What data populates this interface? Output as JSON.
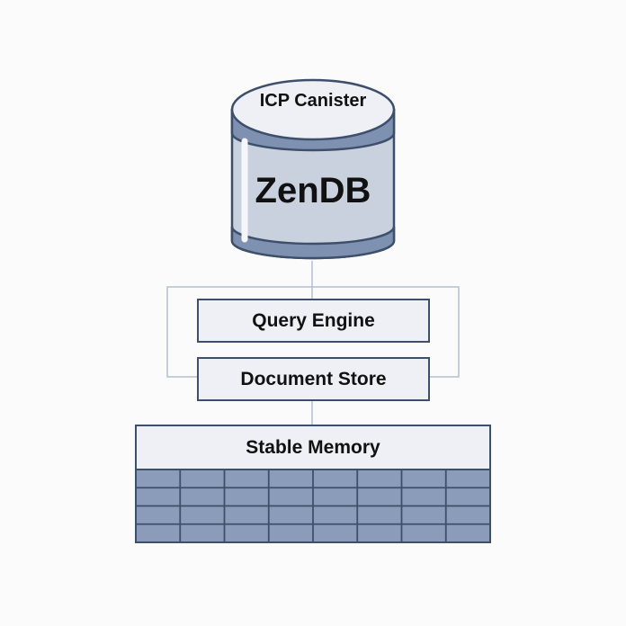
{
  "canister": {
    "label": "ICP Canister",
    "title": "ZenDB"
  },
  "components": {
    "query_engine": "Query Engine",
    "document_store": "Document Store"
  },
  "memory": {
    "label": "Stable Memory",
    "grid": {
      "columns": 8,
      "rows": 4
    }
  },
  "colors": {
    "background": "#fbfbfc",
    "outline": "#3e4f6b",
    "cylinder_top": "#eef0f5",
    "cylinder_body": "#c9d1de",
    "cylinder_band": "#7f91b1",
    "box_fill": "#eef0f5",
    "grid_fill": "#8b9cba",
    "connector": "#b5bfd0",
    "text": "#111111"
  }
}
